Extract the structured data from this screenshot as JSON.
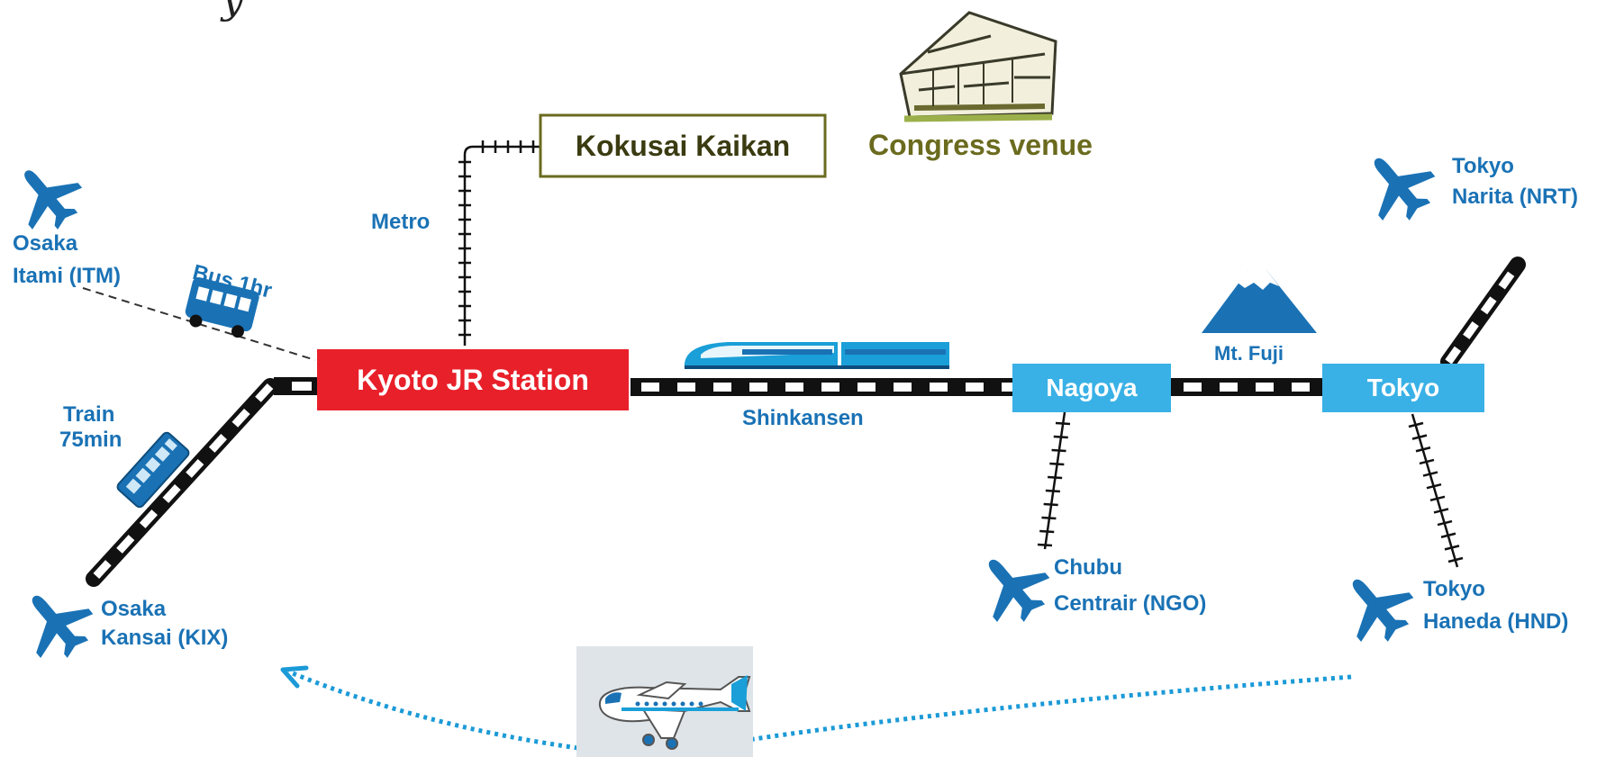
{
  "partial_heading": "y",
  "stations": {
    "kyoto": "Kyoto JR Station",
    "nagoya": "Nagoya",
    "tokyo": "Tokyo",
    "kokusai": "Kokusai Kaikan"
  },
  "labels": {
    "congress_venue": "Congress venue",
    "metro": "Metro",
    "shinkansen": "Shinkansen",
    "mt_fuji": "Mt. Fuji",
    "bus": "Bus 1hr",
    "train_line1": "Train",
    "train_line2": "75min"
  },
  "airports": {
    "itami": [
      "Osaka",
      "Itami (ITM)"
    ],
    "kansai": [
      "Osaka",
      "Kansai (KIX)"
    ],
    "chubu": [
      "Chubu",
      "Centrair (NGO)"
    ],
    "narita": [
      "Tokyo",
      "Narita (NRT)"
    ],
    "haneda": [
      "Tokyo",
      "Haneda (HND)"
    ]
  },
  "colors": {
    "kyoto_station": "#e8202a",
    "station_light_blue": "#39b1e6",
    "label_blue": "#1a72b5",
    "venue_olive": "#6b6b1f",
    "rail_black": "#111111"
  },
  "icons": [
    "plane-icon",
    "bus-icon",
    "train-icon",
    "shinkansen-icon",
    "mt-fuji-icon",
    "congress-building-icon",
    "airplane-illustration"
  ]
}
